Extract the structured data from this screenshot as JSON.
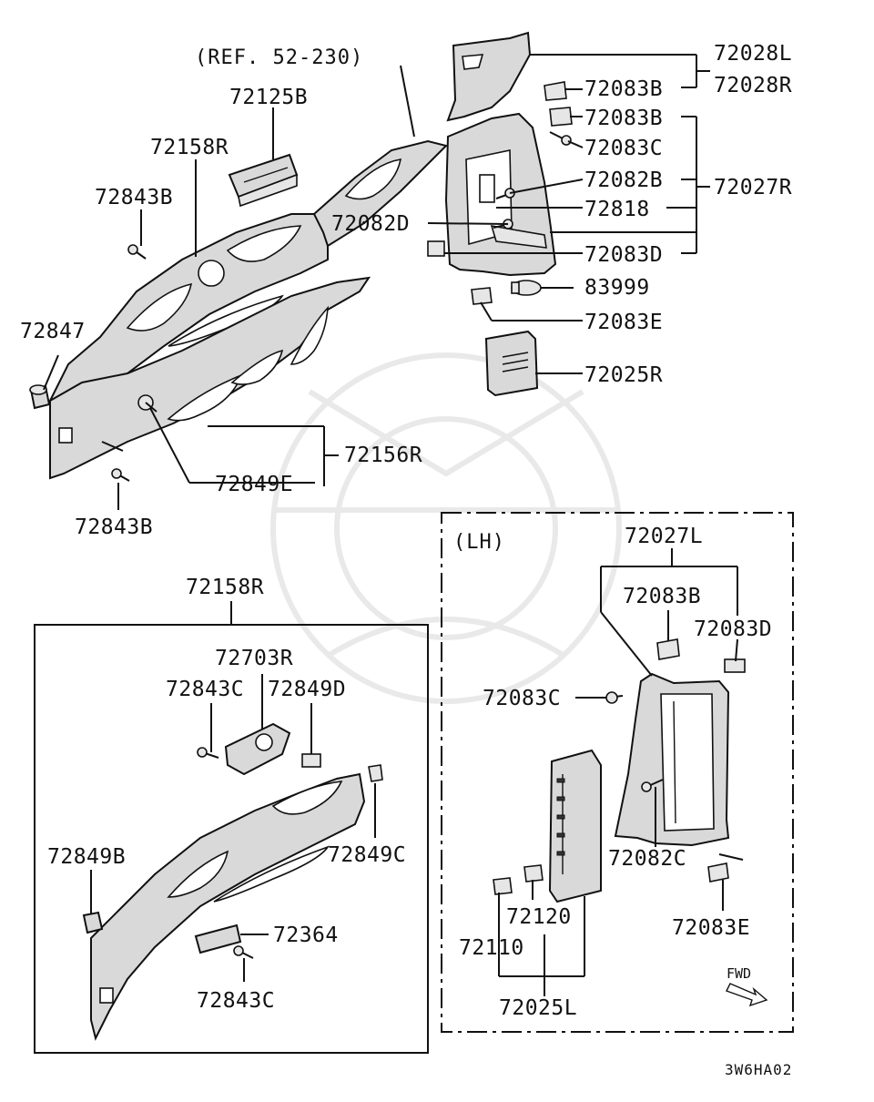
{
  "diagram": {
    "reference": "(REF. 52-230)",
    "lh_label": "(LH)",
    "fwd_label": "FWD",
    "diagram_code": "3W6HA02",
    "labels": {
      "l72028L": "72028L",
      "l72028R": "72028R",
      "l72083B_a": "72083B",
      "l72083B_b": "72083B",
      "l72083C_a": "72083C",
      "l72082B": "72082B",
      "l72027R": "72027R",
      "l72818": "72818",
      "l72082D": "72082D",
      "l72083D_a": "72083D",
      "l83999": "83999",
      "l72083E_a": "72083E",
      "l72025R": "72025R",
      "l72125B": "72125B",
      "l72158R_a": "72158R",
      "l72843B_a": "72843B",
      "l72847": "72847",
      "l72156R": "72156R",
      "l72849E": "72849E",
      "l72843B_b": "72843B",
      "l72158R_b": "72158R",
      "l72703R": "72703R",
      "l72843C_a": "72843C",
      "l72849D": "72849D",
      "l72849B": "72849B",
      "l72849C": "72849C",
      "l72364": "72364",
      "l72843C_b": "72843C",
      "l72027L": "72027L",
      "l72083B_c": "72083B",
      "l72083D_b": "72083D",
      "l72083C_b": "72083C",
      "l72082C": "72082C",
      "l72120": "72120",
      "l72110": "72110",
      "l72083E_b": "72083E",
      "l72025L": "72025L"
    }
  }
}
